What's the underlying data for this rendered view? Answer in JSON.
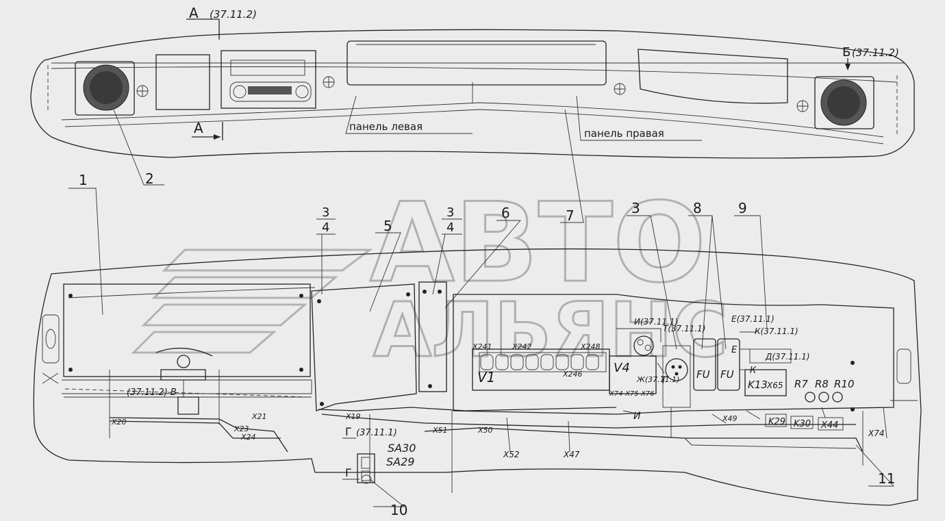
{
  "top_view": {
    "section_a_top": "А",
    "section_a_ref": "(37.11.2)",
    "section_a_bottom": "А",
    "section_b": "Б",
    "section_b_ref": "(37.11.2)",
    "panel_left": "панель левая",
    "panel_right": "панель правая"
  },
  "callouts": [
    "1",
    "2",
    "3",
    "4",
    "5",
    "6",
    "7",
    "8",
    "9",
    "10",
    "11"
  ],
  "components": {
    "V1": "V1",
    "V4": "V4",
    "FU": "FU",
    "K13": "K13",
    "X65": "X65",
    "R7": "R7",
    "R8": "R8",
    "R10": "R10",
    "SA30": "SA30",
    "SA29": "SA29",
    "K29": "K29",
    "K30": "K30",
    "X44": "X44"
  },
  "connectors": {
    "x20": "X20",
    "x21": "X21",
    "x23": "X23",
    "x24": "X24",
    "x19": "X19",
    "x51": "X51",
    "x50": "X50",
    "x52": "X52",
    "x47": "X47",
    "x241": "X241",
    "x242": "X242",
    "x246": "X246",
    "x248": "X248",
    "x74": "X74",
    "x49": "X49",
    "x74b": "X74",
    "x75": "X75",
    "x76": "X76"
  },
  "refs": {
    "b_ref": "(37.11.2) B",
    "g_top": "Г",
    "g_top_ref": "(37.11.1)",
    "g_bottom": "Г",
    "i_ref": "И(37.11.1)",
    "t_ref": "Т(37.11.1)",
    "e_ref": "Е(37.11.1)",
    "k_ref": "К(37.11.1)",
    "d_ref": "Д(37.11.1)",
    "zh_ref": "Ж(37.11.1)",
    "t_label": "Т",
    "i_label": "И",
    "e_label": "Е",
    "k_label": "К"
  },
  "watermark": {
    "line1": "АВТО",
    "line2": "АЛЬЯНС"
  }
}
